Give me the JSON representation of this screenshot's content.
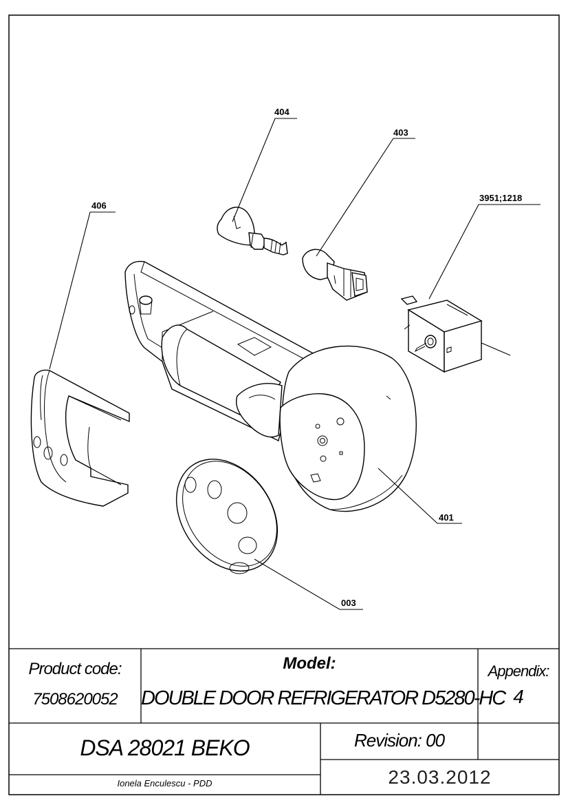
{
  "callouts": {
    "c404": "404",
    "c403": "403",
    "c3951": "3951;1218",
    "c406": "406",
    "c401": "401",
    "c003": "003"
  },
  "title_block": {
    "product_code_label": "Product code:",
    "product_code_value": "7508620052",
    "model_label": "Model:",
    "model_value": "DOUBLE DOOR REFRIGERATOR D5280-HC",
    "appendix_label": "Appendix:",
    "appendix_value": "4",
    "document_code": "DSA 28021 BEKO",
    "revision": "Revision: 00",
    "date": "23.03.2012",
    "author": "Ionela Enculescu - PDD"
  }
}
